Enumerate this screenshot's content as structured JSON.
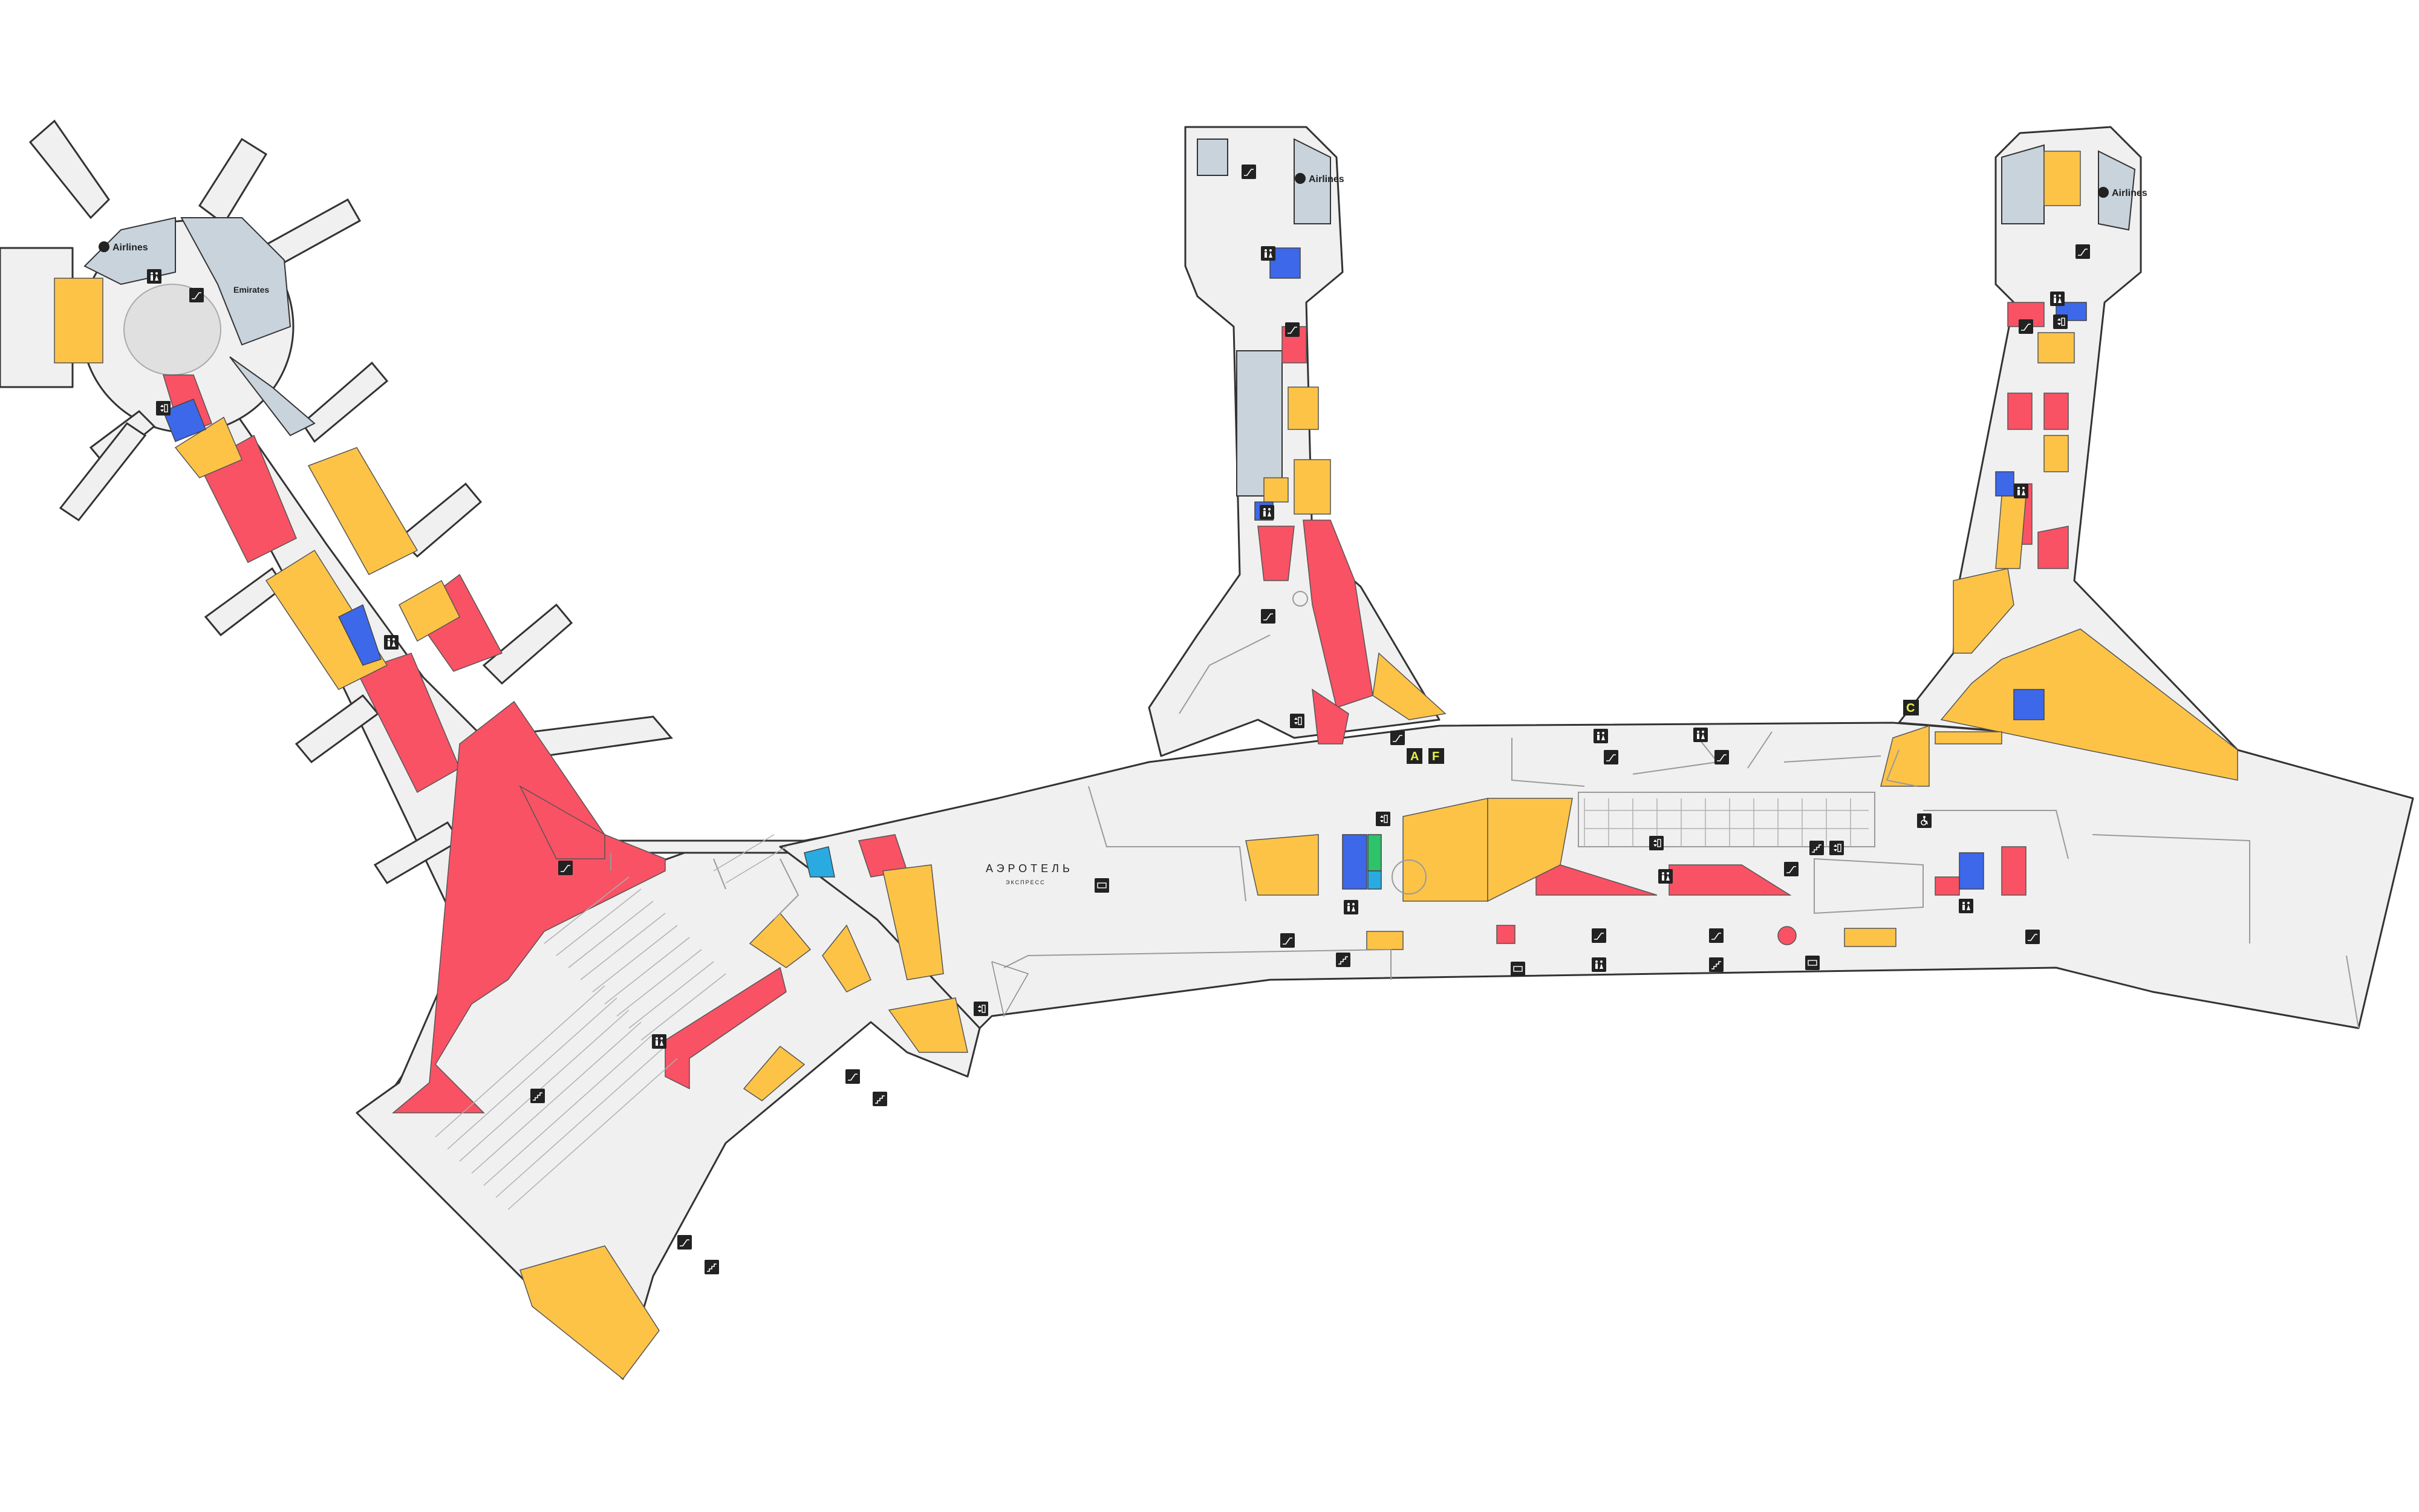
{
  "map": {
    "background": "#ffffff",
    "colors": {
      "floor": "#f0f0f0",
      "shop": "#fdc347",
      "food": "#f85264",
      "service": "#3c68e9",
      "lounge": "#c9d3dc",
      "marker_text": "#e8f046"
    },
    "lounges": [
      {
        "label": "Airlines"
      },
      {
        "label": "Emirates"
      },
      {
        "label": "Airlines"
      },
      {
        "label": "Airlines"
      }
    ],
    "venue_label": {
      "title": "АЭРОТЕЛЬ",
      "subtitle": "ЭКСПРЕСС"
    },
    "markers": [
      {
        "label": "A"
      },
      {
        "label": "F"
      },
      {
        "label": "C"
      }
    ],
    "icon_types": [
      "toilet-icon",
      "elevator-icon",
      "escalator-icon",
      "stairs-icon",
      "info-icon",
      "accessible-icon",
      "atm-icon"
    ]
  }
}
